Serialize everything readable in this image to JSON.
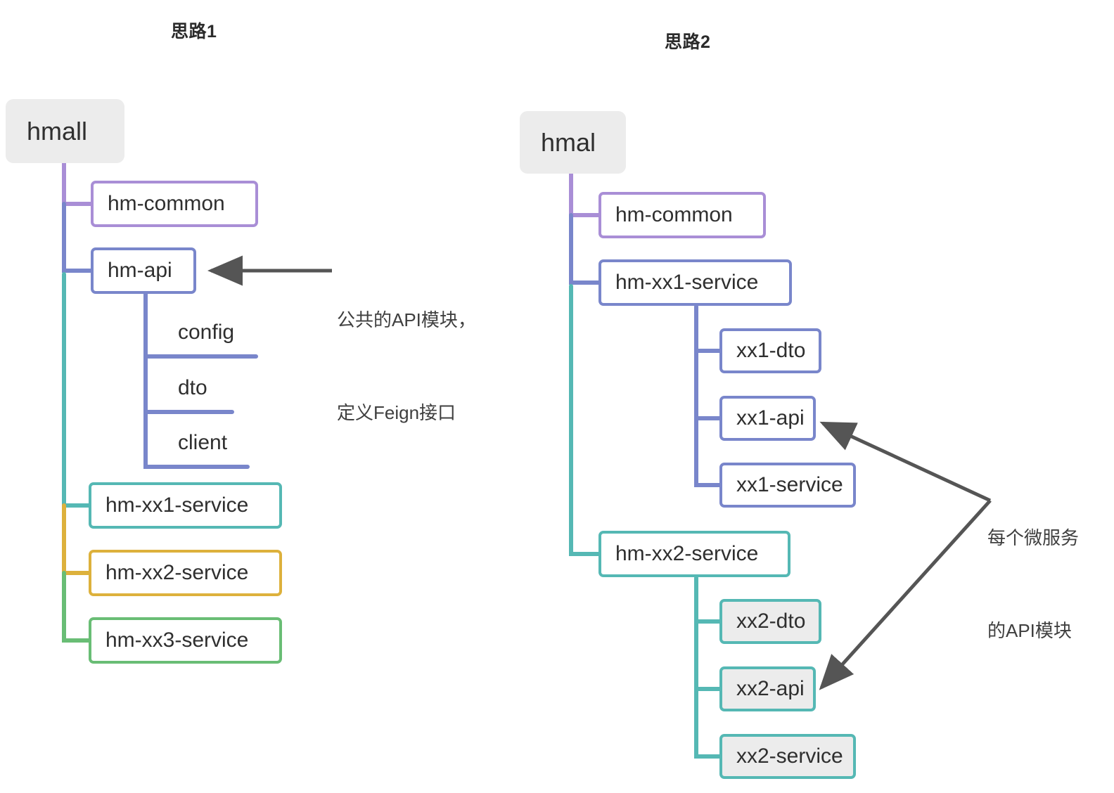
{
  "titles": {
    "left": "思路1",
    "right": "思路2"
  },
  "left_tree": {
    "root": "hmall",
    "children": [
      {
        "label": "hm-common",
        "color": "#a98ed6",
        "style": "box"
      },
      {
        "label": "hm-api",
        "color": "#7986cb",
        "style": "box",
        "children": [
          {
            "label": "config",
            "color": "#7986cb",
            "style": "underline"
          },
          {
            "label": "dto",
            "color": "#7986cb",
            "style": "underline"
          },
          {
            "label": "client",
            "color": "#7986cb",
            "style": "underline"
          }
        ]
      },
      {
        "label": "hm-xx1-service",
        "color": "#55b8b4",
        "style": "box"
      },
      {
        "label": "hm-xx2-service",
        "color": "#ddb13c",
        "style": "box"
      },
      {
        "label": "hm-xx3-service",
        "color": "#69bd75",
        "style": "box"
      }
    ]
  },
  "right_tree": {
    "root": "hmal",
    "children": [
      {
        "label": "hm-common",
        "color": "#a98ed6",
        "style": "box"
      },
      {
        "label": "hm-xx1-service",
        "color": "#7986cb",
        "style": "box",
        "children": [
          {
            "label": "xx1-dto",
            "color": "#7986cb",
            "style": "box"
          },
          {
            "label": "xx1-api",
            "color": "#7986cb",
            "style": "box"
          },
          {
            "label": "xx1-service",
            "color": "#7986cb",
            "style": "box"
          }
        ]
      },
      {
        "label": "hm-xx2-service",
        "color": "#55b8b4",
        "style": "box",
        "children": [
          {
            "label": "xx2-dto",
            "color": "#55b8b4",
            "style": "box",
            "fill": "#ececec"
          },
          {
            "label": "xx2-api",
            "color": "#55b8b4",
            "style": "box",
            "fill": "#ececec"
          },
          {
            "label": "xx2-service",
            "color": "#55b8b4",
            "style": "box",
            "fill": "#ececec"
          }
        ]
      }
    ]
  },
  "annotations": {
    "left": {
      "line1": "公共的API模块，",
      "line2": "定义Feign接口",
      "target": "hm-api"
    },
    "right": {
      "line1": "每个微服务",
      "line2": "的API模块",
      "targets": "xx1-api, xx2-api"
    }
  },
  "colors": {
    "root_fill": "#ececec",
    "purple": "#a98ed6",
    "blue": "#7986cb",
    "teal": "#55b8b4",
    "amber": "#ddb13c",
    "green": "#69bd75",
    "arrow": "#555555",
    "text": "#2f2f2f",
    "background": "#ffffff"
  }
}
